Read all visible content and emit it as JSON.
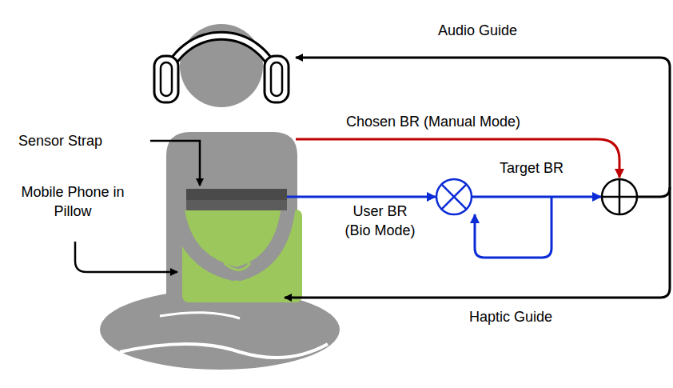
{
  "diagram": {
    "labels": [
      "Audio Guide",
      "Chosen BR (Manual Mode)",
      "Sensor Strap",
      "Target BR",
      "Mobile Phone in Pillow",
      "User BR (Bio Mode)",
      "Haptic Guide"
    ]
  }
}
